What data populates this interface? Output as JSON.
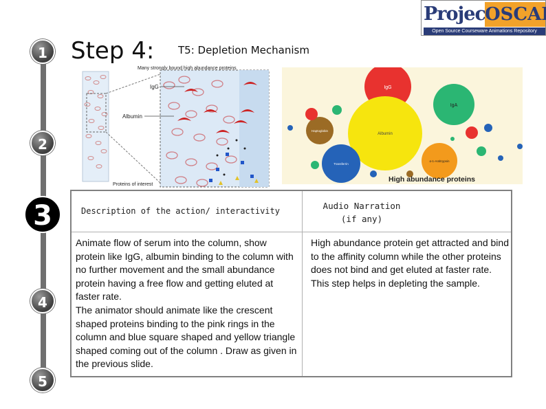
{
  "logo": {
    "word1": "Project",
    "word2": "OSCAR",
    "tagline": "Open Source Courseware Animations Repository"
  },
  "steps": [
    "1",
    "2",
    "3",
    "4",
    "5"
  ],
  "active_step": "3",
  "header": {
    "title": "Step 4:",
    "subtitle": "T5: Depletion Mechanism"
  },
  "figure_left": {
    "caption": "Many strongly bound high abundance proteins",
    "labels": {
      "igg": "IgG",
      "albumin": "Albumin",
      "proteins_of_interest": "Proteins of interest"
    }
  },
  "figure_right": {
    "proteins": [
      "IgG",
      "IgA",
      "Albumin",
      "Haptoglobin",
      "Transferrin",
      "α-1-Antitrypsin"
    ],
    "caption": "High abundance proteins"
  },
  "table": {
    "col_description_header": "Description of the action/ interactivity",
    "col_audio_header_line1": "Audio Narration",
    "col_audio_header_line2": "(if any)",
    "description": "Animate flow of serum into the column, show protein like IgG, albumin binding to the column with no further movement and the small abundance protein having a free flow and getting eluted at faster rate.\nThe animator should animate like the crescent shaped proteins binding to the pink rings in the column and blue square shaped and yellow triangle shaped coming out of the column . Draw as given in the previous slide.",
    "audio": "High abundance protein get attracted and bind to the affinity column while the other proteins does not bind and get eluted at faster rate. This step helps in depleting the sample."
  },
  "colors": {
    "logo_blue": "#2a3c78",
    "logo_orange": "#f2a22a",
    "badge_gray": "#6f6f6f",
    "active_badge": "#000000"
  }
}
